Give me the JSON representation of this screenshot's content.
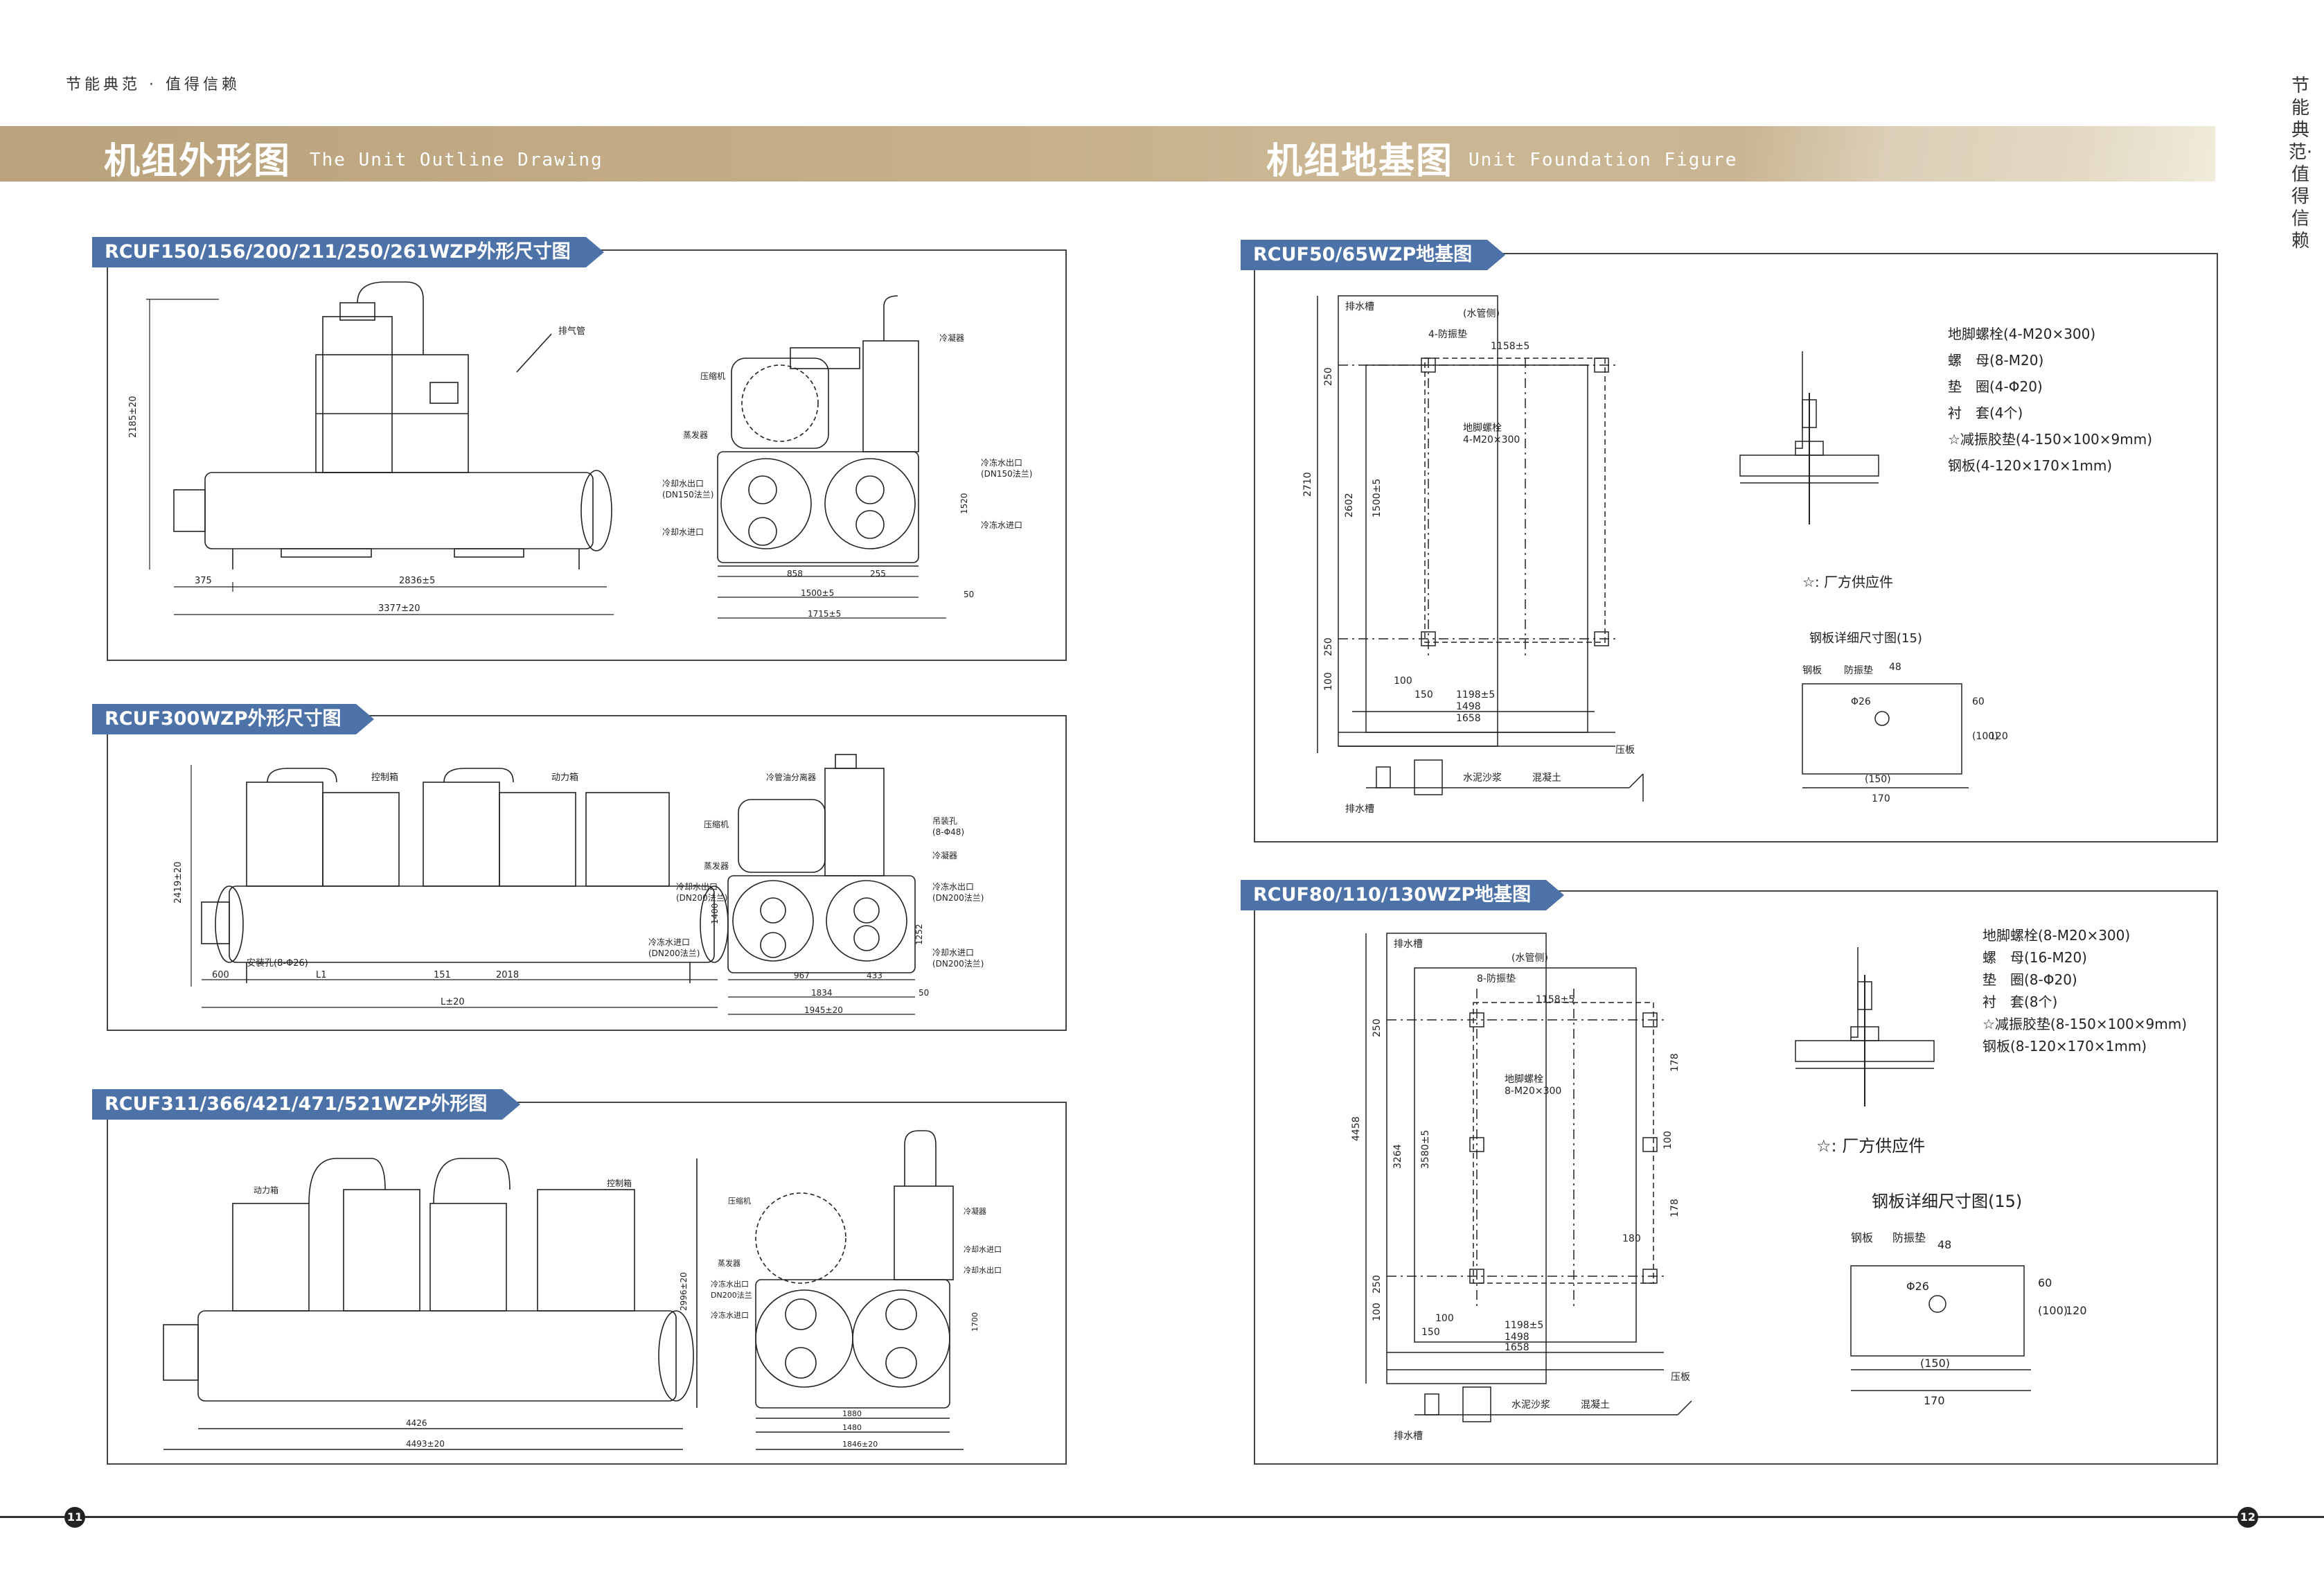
{
  "header": {
    "slogan": "节能典范 · 值得信赖",
    "vertical_slogan": "节能典范·值得信赖",
    "left_title_cn": "机组外形图",
    "left_title_en": "The Unit Outline Drawing",
    "right_title_cn": "机组地基图",
    "right_title_en": "Unit Foundation Figure"
  },
  "panels": {
    "p1": "RCUF150/156/200/211/250/261WZP外形尺寸图",
    "p2": "RCUF300WZP外形尺寸图",
    "p3": "RCUF311/366/421/471/521WZP外形图",
    "p4": "RCUF50/65WZP地基图",
    "p5": "RCUF80/110/130WZP地基图"
  },
  "drawing1": {
    "dims": [
      "375",
      "2836±5",
      "3377±20",
      "2185±20",
      "858",
      "1500±5",
      "1715±5",
      "1520",
      "255",
      "50"
    ],
    "labels": [
      "排气管",
      "冷凝器",
      "压缩机",
      "蒸发器",
      "冷却水出口",
      "(DN150法兰)",
      "冷冻水出口",
      "(DN150法兰)",
      "冷却水进口",
      "冷冻水进口"
    ]
  },
  "drawing2": {
    "dims": [
      "2419±20",
      "600",
      "L1",
      "151",
      "2018",
      "L±20",
      "967",
      "433",
      "1834",
      "50",
      "1945±20",
      "1400",
      "1252"
    ],
    "labels": [
      "控制箱",
      "动力箱",
      "安装孔(8-Φ26)",
      "冷管油分离器",
      "压缩机",
      "蒸发器",
      "冷却水出口",
      "(DN200法兰)",
      "冷冻水进口",
      "(DN200法兰)",
      "吊装孔",
      "(8-Φ48)",
      "冷凝器",
      "冷冻水出口",
      "(DN200法兰)",
      "冷却水进口",
      "(DN200法兰)"
    ]
  },
  "drawing3": {
    "dims": [
      "4426",
      "4493±20",
      "2996±20",
      "1880",
      "1480",
      "1700",
      "1846±20"
    ],
    "labels": [
      "动力箱",
      "控制箱",
      "压缩机",
      "冷凝器",
      "蒸发器",
      "冷冻水出口",
      "DN200法兰",
      "冷却水进口",
      "冷却水出口",
      "冷冻水进口"
    ]
  },
  "foundation1": {
    "labels": [
      "排水槽",
      "(水管侧)",
      "4-防振垫",
      "地脚螺栓",
      "4-M20×300",
      "水泥沙浆",
      "混凝土",
      "排水槽",
      "压板"
    ],
    "dims": [
      "1158±5",
      "250",
      "2710",
      "1500±5",
      "2602",
      "250",
      "100",
      "1198±5",
      "1498",
      "1658",
      "100",
      "150"
    ],
    "legend": [
      "地脚螺栓(4-M20×300)",
      "螺　母(8-M20)",
      "垫　圈(4-Φ20)",
      "衬　套(4个)",
      "☆减振胶垫(4-150×100×9mm)",
      "钢板(4-120×170×1mm)"
    ],
    "note": "☆: 厂方供应件",
    "detail_title": "钢板详细尺寸图(15)",
    "detail_labels": [
      "钢板",
      "防振垫",
      "48",
      "Φ26",
      "(100)",
      "120",
      "(150)",
      "170",
      "60"
    ]
  },
  "foundation2": {
    "labels": [
      "排水槽",
      "(水管侧)",
      "8-防振垫",
      "地脚螺栓",
      "8-M20×300",
      "水泥沙浆",
      "混凝土",
      "排水槽",
      "压板"
    ],
    "dims": [
      "1158±5",
      "250",
      "4458",
      "3264",
      "3580±5",
      "178",
      "178",
      "250",
      "100",
      "1198±5",
      "1498",
      "1658",
      "100",
      "150",
      "180",
      "100"
    ],
    "legend": [
      "地脚螺栓(8-M20×300)",
      "螺　母(16-M20)",
      "垫　圈(8-Φ20)",
      "衬　套(8个)",
      "☆减振胶垫(8-150×100×9mm)",
      "钢板(8-120×170×1mm)"
    ],
    "note": "☆: 厂方供应件",
    "detail_title": "钢板详细尺寸图(15)",
    "detail_labels": [
      "钢板",
      "防振垫",
      "48",
      "Φ26",
      "(100)",
      "120",
      "(150)",
      "170",
      "60"
    ]
  },
  "footer": {
    "page_left": "11",
    "page_right": "12"
  }
}
